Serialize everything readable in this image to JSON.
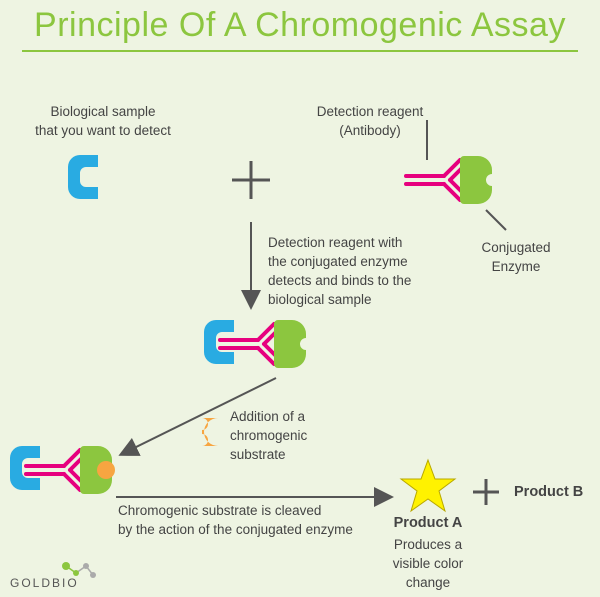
{
  "title": "Principle Of A Chromogenic Assay",
  "labels": {
    "sample": "Biological sample\nthat you want to detect",
    "reagent": "Detection reagent\n(Antibody)",
    "enzyme": "Conjugated\nEnzyme",
    "step1": "Detection reagent with\nthe conjugated enzyme\ndetects and binds to the\nbiological sample",
    "step2": "Addition of a\nchromogenic\nsubstrate",
    "step3": "Chromogenic substrate is cleaved\nby the action of the conjugated enzyme",
    "product_a": "Product A",
    "product_a_desc": "Produces a\nvisible color\nchange",
    "product_b": "Product B",
    "plus": "+"
  },
  "logo": "GOLDBIO",
  "colors": {
    "accent": "#8cc63f",
    "sample": "#29abe2",
    "antibody": "#e6007e",
    "enzyme": "#8cc63f",
    "substrate": "#f7a541",
    "product_a": "#fff200",
    "arrow": "#555555",
    "background": "#eef4e2"
  }
}
